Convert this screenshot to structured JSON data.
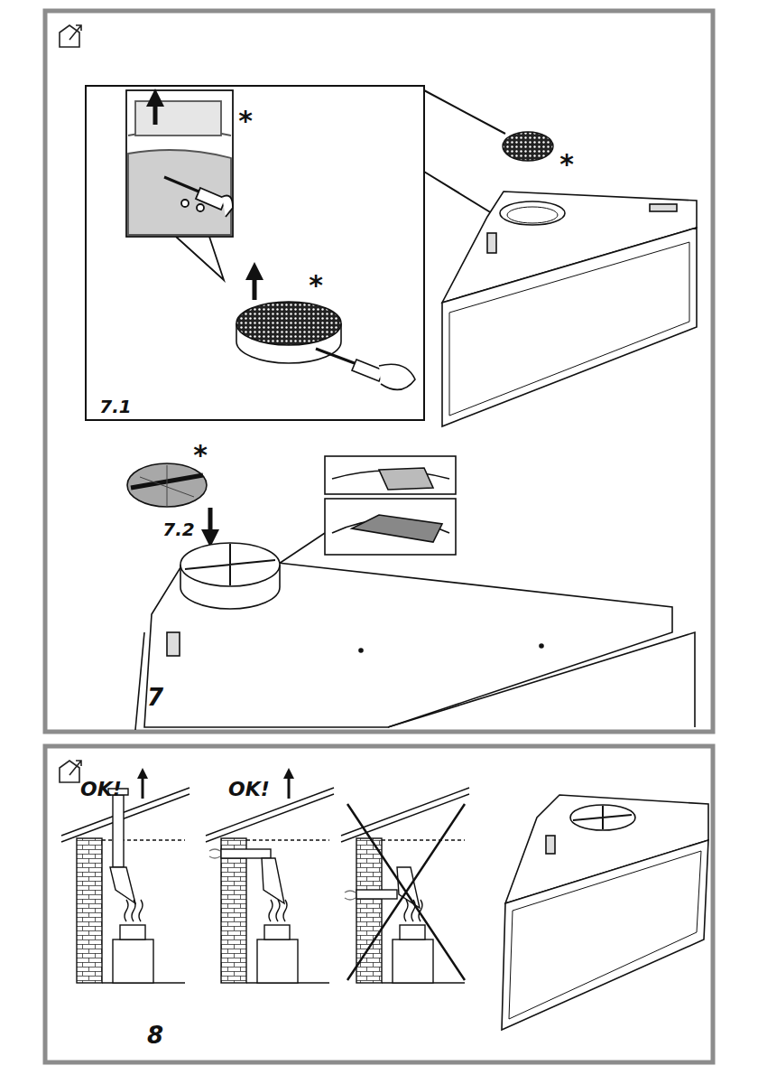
{
  "diagram": {
    "labels": [
      "*",
      "*",
      "*",
      "7.1",
      "*",
      "7.2",
      "7",
      "OK!",
      "OK!",
      "8"
    ]
  }
}
